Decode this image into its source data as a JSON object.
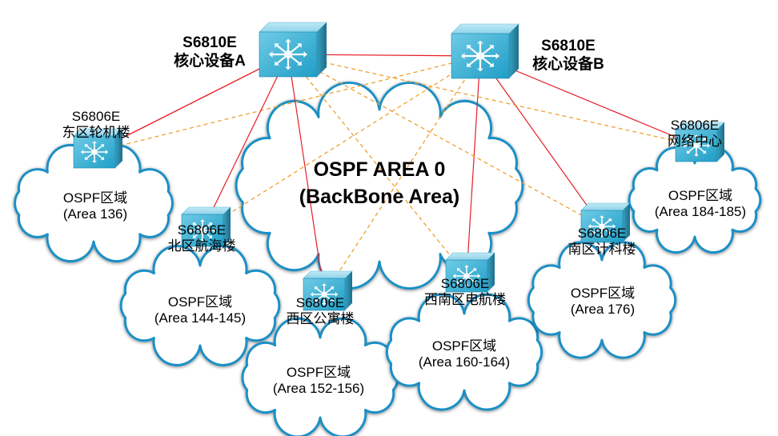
{
  "backbone": {
    "line1": "OSPF AREA 0",
    "line2": "(BackBone Area)"
  },
  "core_a": {
    "model": "S6810E",
    "name": "核心设备A"
  },
  "core_b": {
    "model": "S6810E",
    "name": "核心设备B"
  },
  "east": {
    "model": "S6806E",
    "name": "东区轮机楼",
    "area_title": "OSPF区域",
    "area": "(Area 136)"
  },
  "north": {
    "model": "S6806E",
    "name": "北区航海楼",
    "area_title": "OSPF区域",
    "area": "(Area 144-145)"
  },
  "west": {
    "model": "S6806E",
    "name": "西区公寓楼",
    "area_title": "OSPF区域",
    "area": "(Area 152-156)"
  },
  "sw": {
    "model": "S6806E",
    "name": "西南区电航楼",
    "area_title": "OSPF区域",
    "area": "(Area 160-164)"
  },
  "south": {
    "model": "S6806E",
    "name": "南区计科楼",
    "area_title": "OSPF区域",
    "area": "(Area 176)"
  },
  "netc": {
    "model": "S6806E",
    "name": "网络中心",
    "area_title": "OSPF区域",
    "area": "(Area 184-185)"
  },
  "colors": {
    "switch": "#2fa8cc",
    "cloud_stroke": "#1a8fc4",
    "link_primary": "#e41e26",
    "link_backup": "#f0a030"
  },
  "icons": {
    "switch": "layer3-switch-icon",
    "cloud": "cloud-icon"
  }
}
